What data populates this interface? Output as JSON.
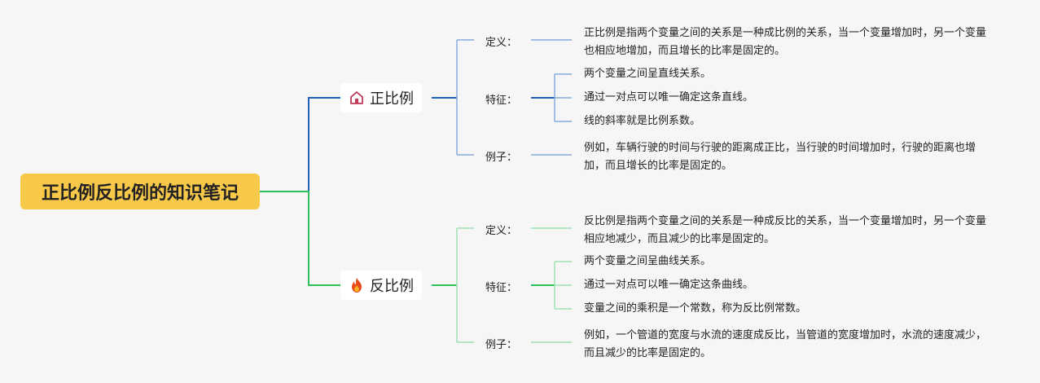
{
  "root": {
    "title": "正比例反比例的知识笔记"
  },
  "branches": [
    {
      "title": "正比例",
      "icon": "house-icon",
      "color": "#1f5fb8",
      "light_color": "#88aadd",
      "definition_label": "定义：",
      "definition": "正比例是指两个变量之间的关系是一种成比例的关系，当一个变量增加时，另一个变量也相应地增加，而且增长的比率是固定的。",
      "features_label": "特征：",
      "features": [
        "两个变量之间呈直线关系。",
        "通过一对点可以唯一确定这条直线。",
        "线的斜率就是比例系数。"
      ],
      "example_label": "例子：",
      "example": "例如，车辆行驶的时间与行驶的距离成正比，当行驶的时间增加时，行驶的距离也增加，而且增长的比率是固定的。"
    },
    {
      "title": "反比例",
      "icon": "fire-icon",
      "color": "#2fbf5a",
      "light_color": "#9fe0b2",
      "definition_label": "定义：",
      "definition": "反比例是指两个变量之间的关系是一种成反比的关系，当一个变量增加时，另一个变量相应地减少，而且减少的比率是固定的。",
      "features_label": "特征：",
      "features": [
        "两个变量之间呈曲线关系。",
        "通过一对点可以唯一确定这条曲线。",
        "变量之间的乘积是一个常数，称为反比例常数。"
      ],
      "example_label": "例子：",
      "example": "例如，一个管道的宽度与水流的速度成反比，当管道的宽度增加时，水流的速度减少，而且减少的比率是固定的。"
    }
  ]
}
